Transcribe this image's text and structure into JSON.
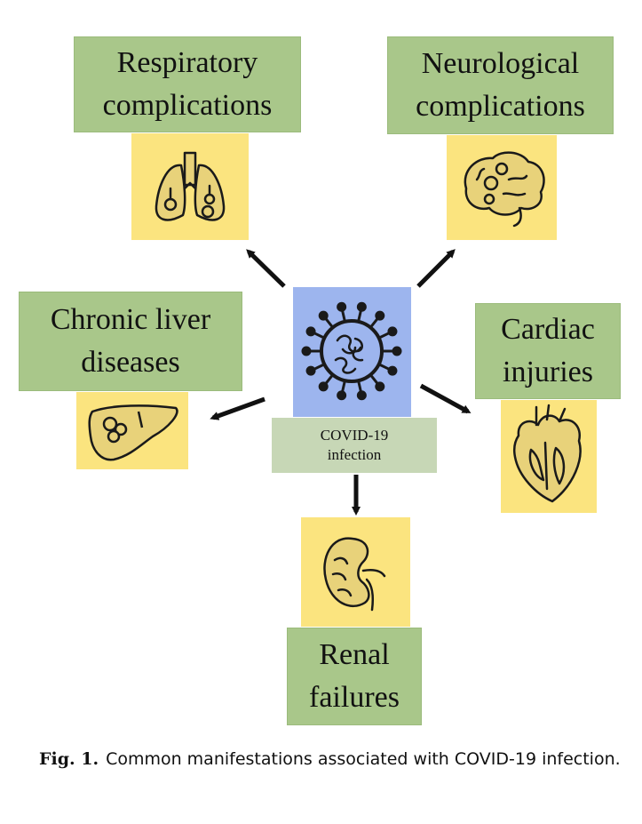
{
  "center": {
    "line1": "COVID-19",
    "line2": "infection",
    "icon": "virus-icon"
  },
  "nodes": {
    "respiratory": {
      "line1": "Respiratory",
      "line2": "complications",
      "icon": "lungs-icon"
    },
    "neurological": {
      "line1": "Neurological",
      "line2": "complications",
      "icon": "brain-icon"
    },
    "liver": {
      "line1": "Chronic liver",
      "line2": "diseases",
      "icon": "liver-icon"
    },
    "cardiac": {
      "line1": "Cardiac",
      "line2": "injuries",
      "icon": "heart-icon"
    },
    "renal": {
      "line1": "Renal",
      "line2": "failures",
      "icon": "kidney-icon"
    }
  },
  "caption": {
    "label": "Fig. 1.",
    "text": "Common manifestations associated with COVID-19 infection."
  },
  "colors": {
    "label_bg": "#a9c78a",
    "icon_bg": "#fbe47f",
    "center_bg": "#9db5ee",
    "center_label_bg": "#c7d7b6"
  }
}
